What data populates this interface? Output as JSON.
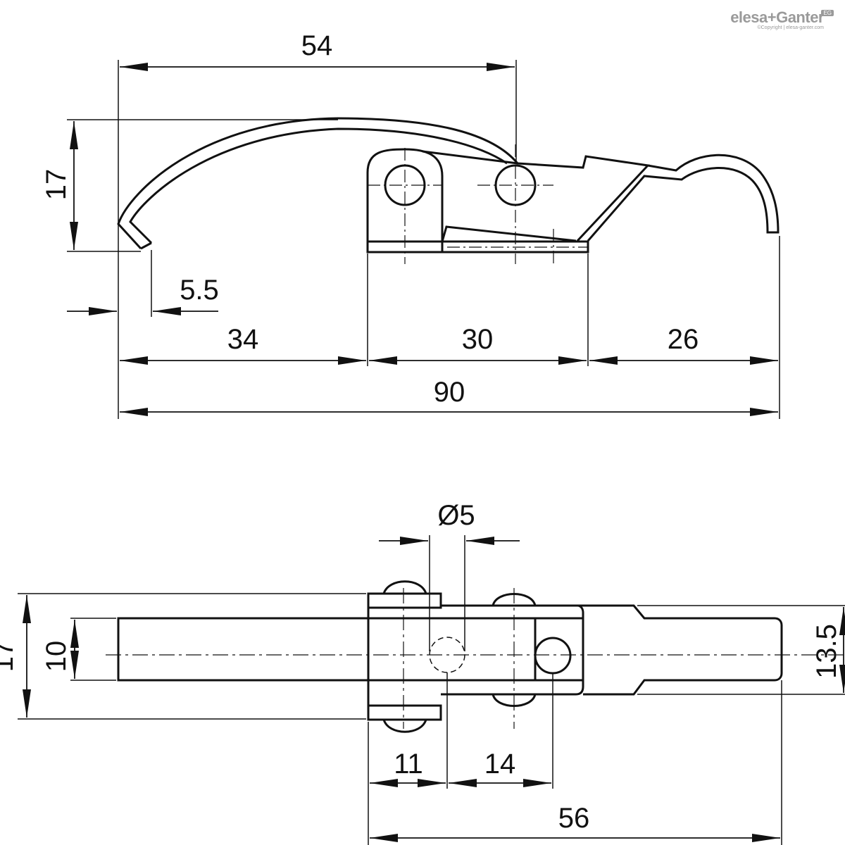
{
  "logo": {
    "brand": "elesa+Ganter",
    "copyright": "©Copyright | elesa-ganter.com",
    "badge": "EG"
  },
  "dimensions": {
    "side_view": {
      "hook_reach": "54",
      "hook_height": "17",
      "hook_tip": "5.5",
      "hook_length": "34",
      "base_length": "30",
      "handle_length": "26",
      "overall_length": "90"
    },
    "top_view": {
      "hole_diameter": "Ø5",
      "overall_width": "17",
      "strap_width": "10",
      "handle_width": "13.5",
      "hole_pitch_1": "11",
      "hole_pitch_2": "14",
      "body_length": "56"
    }
  }
}
